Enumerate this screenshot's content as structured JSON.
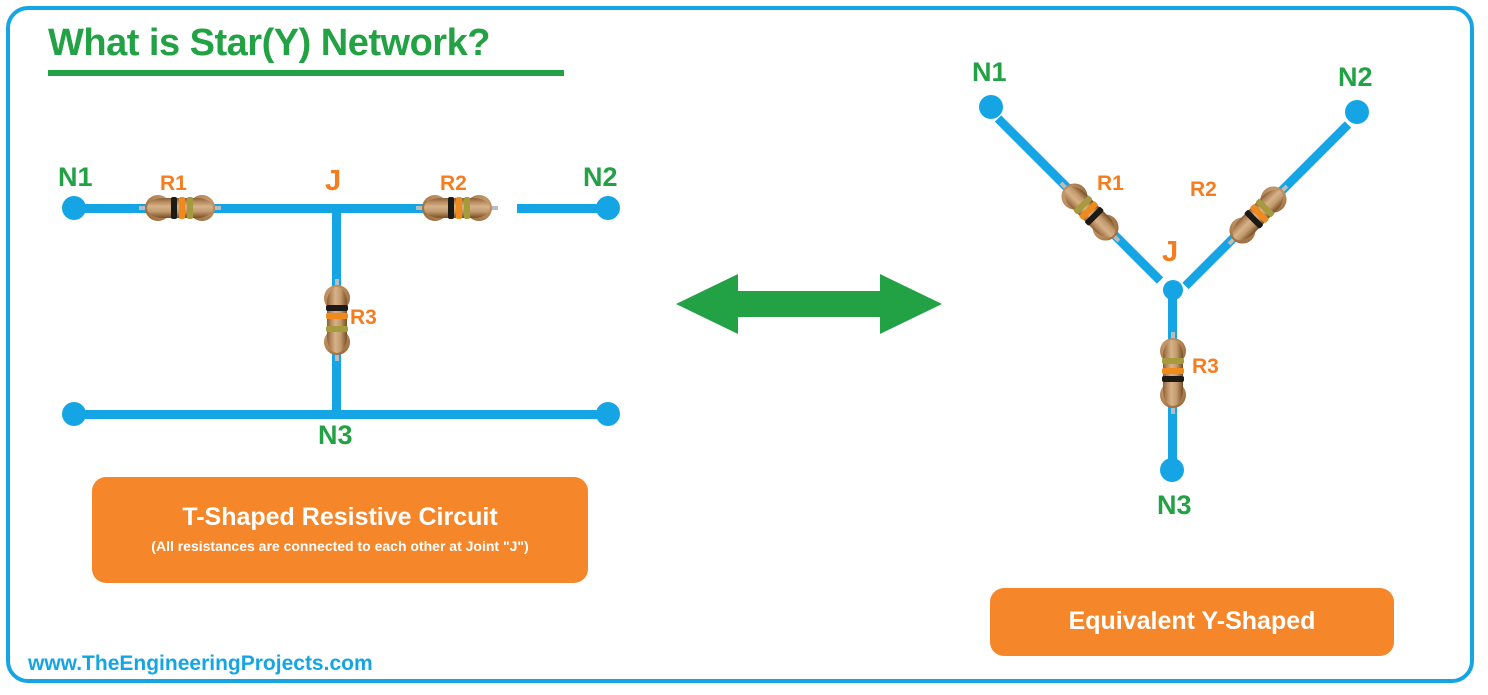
{
  "page": {
    "title": "What is Star(Y) Network?",
    "footer_url": "www.TheEngineeringProjects.com",
    "border_color": "#16a5e4",
    "title_color": "#22a244"
  },
  "colors": {
    "wire": "#16a5e4",
    "node_label": "#22a244",
    "resistor_label": "#f57d20",
    "caption_background": "#f5862a",
    "arrow": "#22a244"
  },
  "left_circuit": {
    "name": "T-Shaped Resistive Circuit",
    "nodes": [
      {
        "id": "n1",
        "label": "N1"
      },
      {
        "id": "n2",
        "label": "N2"
      },
      {
        "id": "n3",
        "label": "N3"
      },
      {
        "id": "j",
        "label": "J"
      }
    ],
    "resistors": [
      {
        "id": "r1",
        "label": "R1"
      },
      {
        "id": "r2",
        "label": "R2"
      },
      {
        "id": "r3",
        "label": "R3"
      }
    ],
    "caption": {
      "title": "T-Shaped Resistive Circuit",
      "subtitle": "(All resistances are connected to each other at Joint \"J\")"
    }
  },
  "right_circuit": {
    "name": "Equivalent Y-Shaped",
    "nodes": [
      {
        "id": "n1",
        "label": "N1"
      },
      {
        "id": "n2",
        "label": "N2"
      },
      {
        "id": "n3",
        "label": "N3"
      },
      {
        "id": "j",
        "label": "J"
      }
    ],
    "resistors": [
      {
        "id": "r1",
        "label": "R1"
      },
      {
        "id": "r2",
        "label": "R2"
      },
      {
        "id": "r3",
        "label": "R3"
      }
    ],
    "caption": {
      "title": "Equivalent Y-Shaped"
    }
  },
  "arrow": {
    "name": "equivalence-arrow",
    "direction": "double-headed-horizontal"
  }
}
